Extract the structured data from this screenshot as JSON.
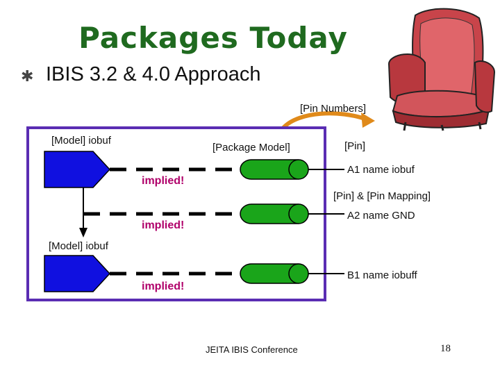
{
  "slide": {
    "title": "Packages Today",
    "bullet": "IBIS 3.2 & 4.0 Approach"
  },
  "diagram": {
    "pin_numbers_label": "[Pin Numbers]",
    "model_top_label": "[Model] iobuf",
    "package_model_label": "[Package Model]",
    "pin_label": "[Pin]",
    "pin_row_1": "A1 name iobuf",
    "pin_mapping_label": "[Pin] & [Pin Mapping]",
    "pin_row_2": "A2 name GND",
    "model_bottom_label": "[Model] iobuf",
    "pin_row_3": "B1 name iobuff",
    "implied_1": "implied!",
    "implied_2": "implied!",
    "implied_3": "implied!"
  },
  "colors": {
    "title": "#1f6a1f",
    "frame": "#5a2db3",
    "buffer": "#1010e0",
    "pin": "#1aa51a",
    "implied": "#b0006a",
    "arrow": "#e08a1a"
  },
  "footer": {
    "conference": "JEITA IBIS Conference",
    "page": "18"
  }
}
